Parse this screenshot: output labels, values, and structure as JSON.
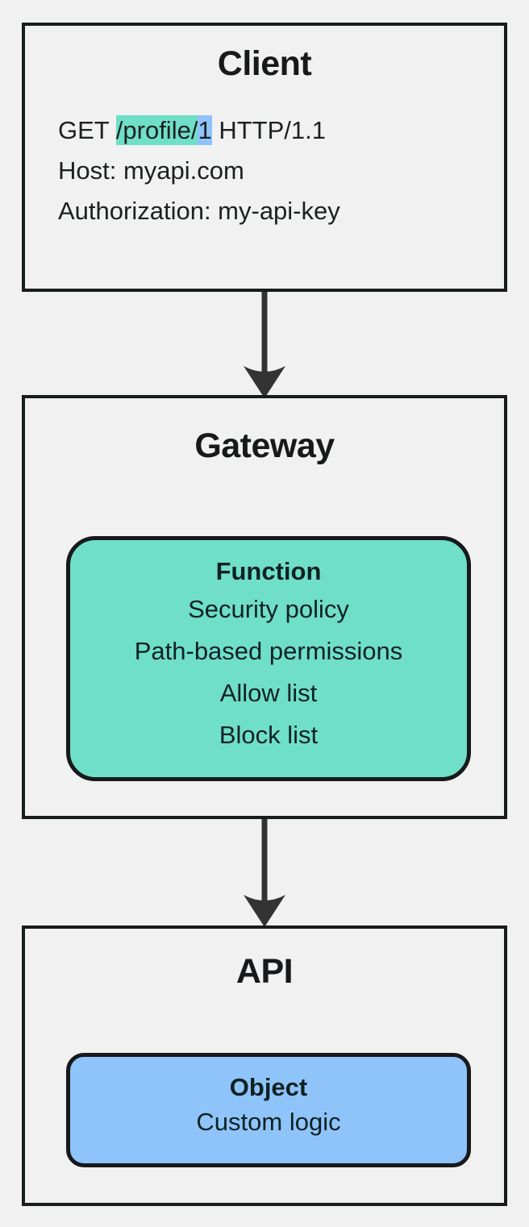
{
  "diagram": {
    "type": "flowchart",
    "direction": "top-down",
    "background_color": "#f1f1f1",
    "border_color": "#191c1d",
    "text_color": "#1d2021",
    "accent_teal": "#6fdfc8",
    "accent_blue": "#8fc4fb",
    "arrow_color": "#333333"
  },
  "client": {
    "title": "Client",
    "request": {
      "method": "GET ",
      "path_highlighted": "/profile/",
      "id_highlighted": "1",
      "protocol": " HTTP/1.1",
      "host_line": "Host: myapi.com",
      "auth_line": "Authorization: my-api-key"
    }
  },
  "gateway": {
    "title": "Gateway",
    "card": {
      "title": "Function",
      "lines": [
        "Security policy",
        "Path-based permissions",
        "Allow list",
        "Block list"
      ]
    }
  },
  "api": {
    "title": "API",
    "card": {
      "title": "Object",
      "lines": [
        "Custom logic"
      ]
    }
  },
  "connectors": [
    {
      "name": "client-to-gateway",
      "from": "Client",
      "to": "Gateway",
      "style": "solid-arrow-down"
    },
    {
      "name": "gateway-to-api",
      "from": "Gateway",
      "to": "API",
      "style": "solid-arrow-down"
    }
  ]
}
